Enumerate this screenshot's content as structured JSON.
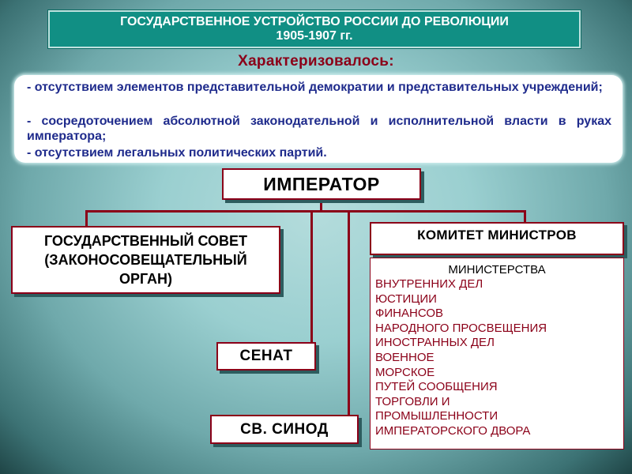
{
  "header": {
    "line1": "ГОСУДАРСТВЕННОЕ УСТРОЙСТВО РОССИИ ДО РЕВОЛЮЦИИ",
    "line2": "1905-1907 гг."
  },
  "subtitle": "Характеризовалось:",
  "characteristics": [
    "- отсутствием элементов представительной демократии и представительных учреждений;",
    "- сосредоточением абсолютной законодательной и исполнительной власти в руках императора;",
    "- отсутствием легальных политических партий."
  ],
  "emperor": "ИМПЕРАТОР",
  "state_council": {
    "line1": "ГОСУДАРСТВЕННЫЙ СОВЕТ",
    "line2": "(ЗАКОНОСОВЕЩАТЕЛЬНЫЙ",
    "line3": "ОРГАН)"
  },
  "senate": "СЕНАТ",
  "synod": "СВ. СИНОД",
  "committee": "КОМИТЕТ МИНИСТРОВ",
  "ministries": {
    "title": "МИНИСТЕРСТВА",
    "items": [
      "ВНУТРЕННИХ ДЕЛ",
      "ЮСТИЦИИ",
      "ФИНАНСОВ",
      "НАРОДНОГО ПРОСВЕЩЕНИЯ",
      "ИНОСТРАННЫХ ДЕЛ",
      "ВОЕННОЕ",
      "МОРСКОЕ",
      "ПУТЕЙ СООБЩЕНИЯ",
      "ТОРГОВЛИ И",
      "ПРОМЫШЛЕННОСТИ",
      "ИМПЕРАТОРСКОГО ДВОРА"
    ]
  },
  "colors": {
    "header_bg": "#118f84",
    "accent_dark_red": "#8b0018",
    "text_blue": "#1f2b8c"
  }
}
